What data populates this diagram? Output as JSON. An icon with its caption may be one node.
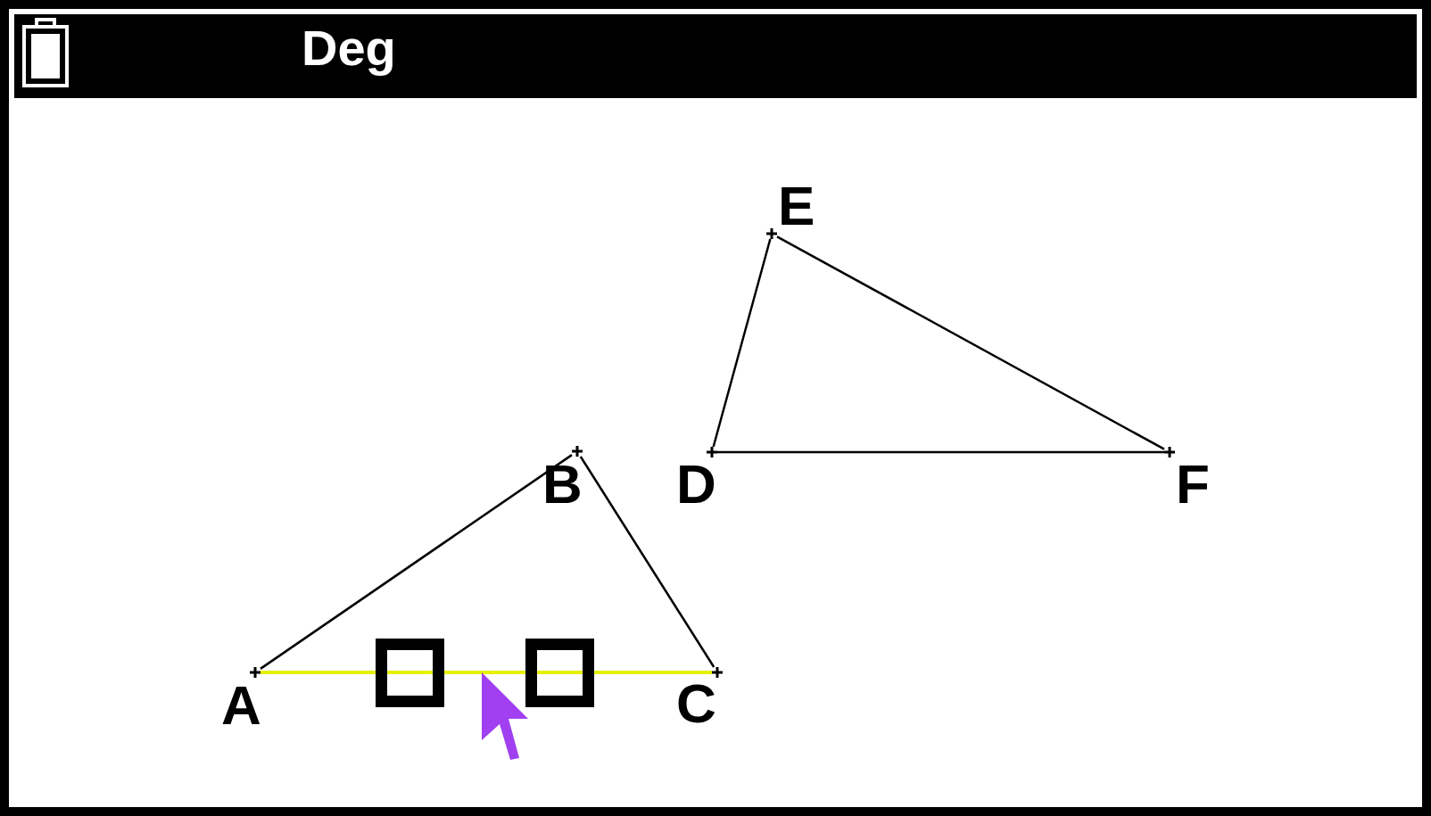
{
  "diagram": {
    "nodes": [
      {
        "text": [],
        "shape": "point",
        "beside": [
          "A"
        ]
      },
      {
        "text": [],
        "shape": "point",
        "beside": [
          "B"
        ]
      },
      {
        "text": [],
        "shape": "point",
        "beside": [
          "C"
        ]
      },
      {
        "text": [],
        "shape": "point",
        "beside": [
          "D"
        ]
      },
      {
        "text": [],
        "shape": "point",
        "beside": [
          "E"
        ]
      },
      {
        "text": [],
        "shape": "point",
        "beside": [
          "F"
        ]
      }
    ],
    "edges": [
      {
        "from": 0,
        "to": 1,
        "arrow": "none"
      },
      {
        "from": 1,
        "to": 2,
        "arrow": "none"
      },
      {
        "from": 0,
        "to": 2,
        "arrow": "none",
        "color": "#e6f000"
      },
      {
        "from": 3,
        "to": 4,
        "arrow": "none"
      },
      {
        "from": 4,
        "to": 5,
        "arrow": "none"
      },
      {
        "from": 3,
        "to": 5,
        "arrow": "none"
      }
    ],
    "labels": [
      "Deg"
    ]
  }
}
